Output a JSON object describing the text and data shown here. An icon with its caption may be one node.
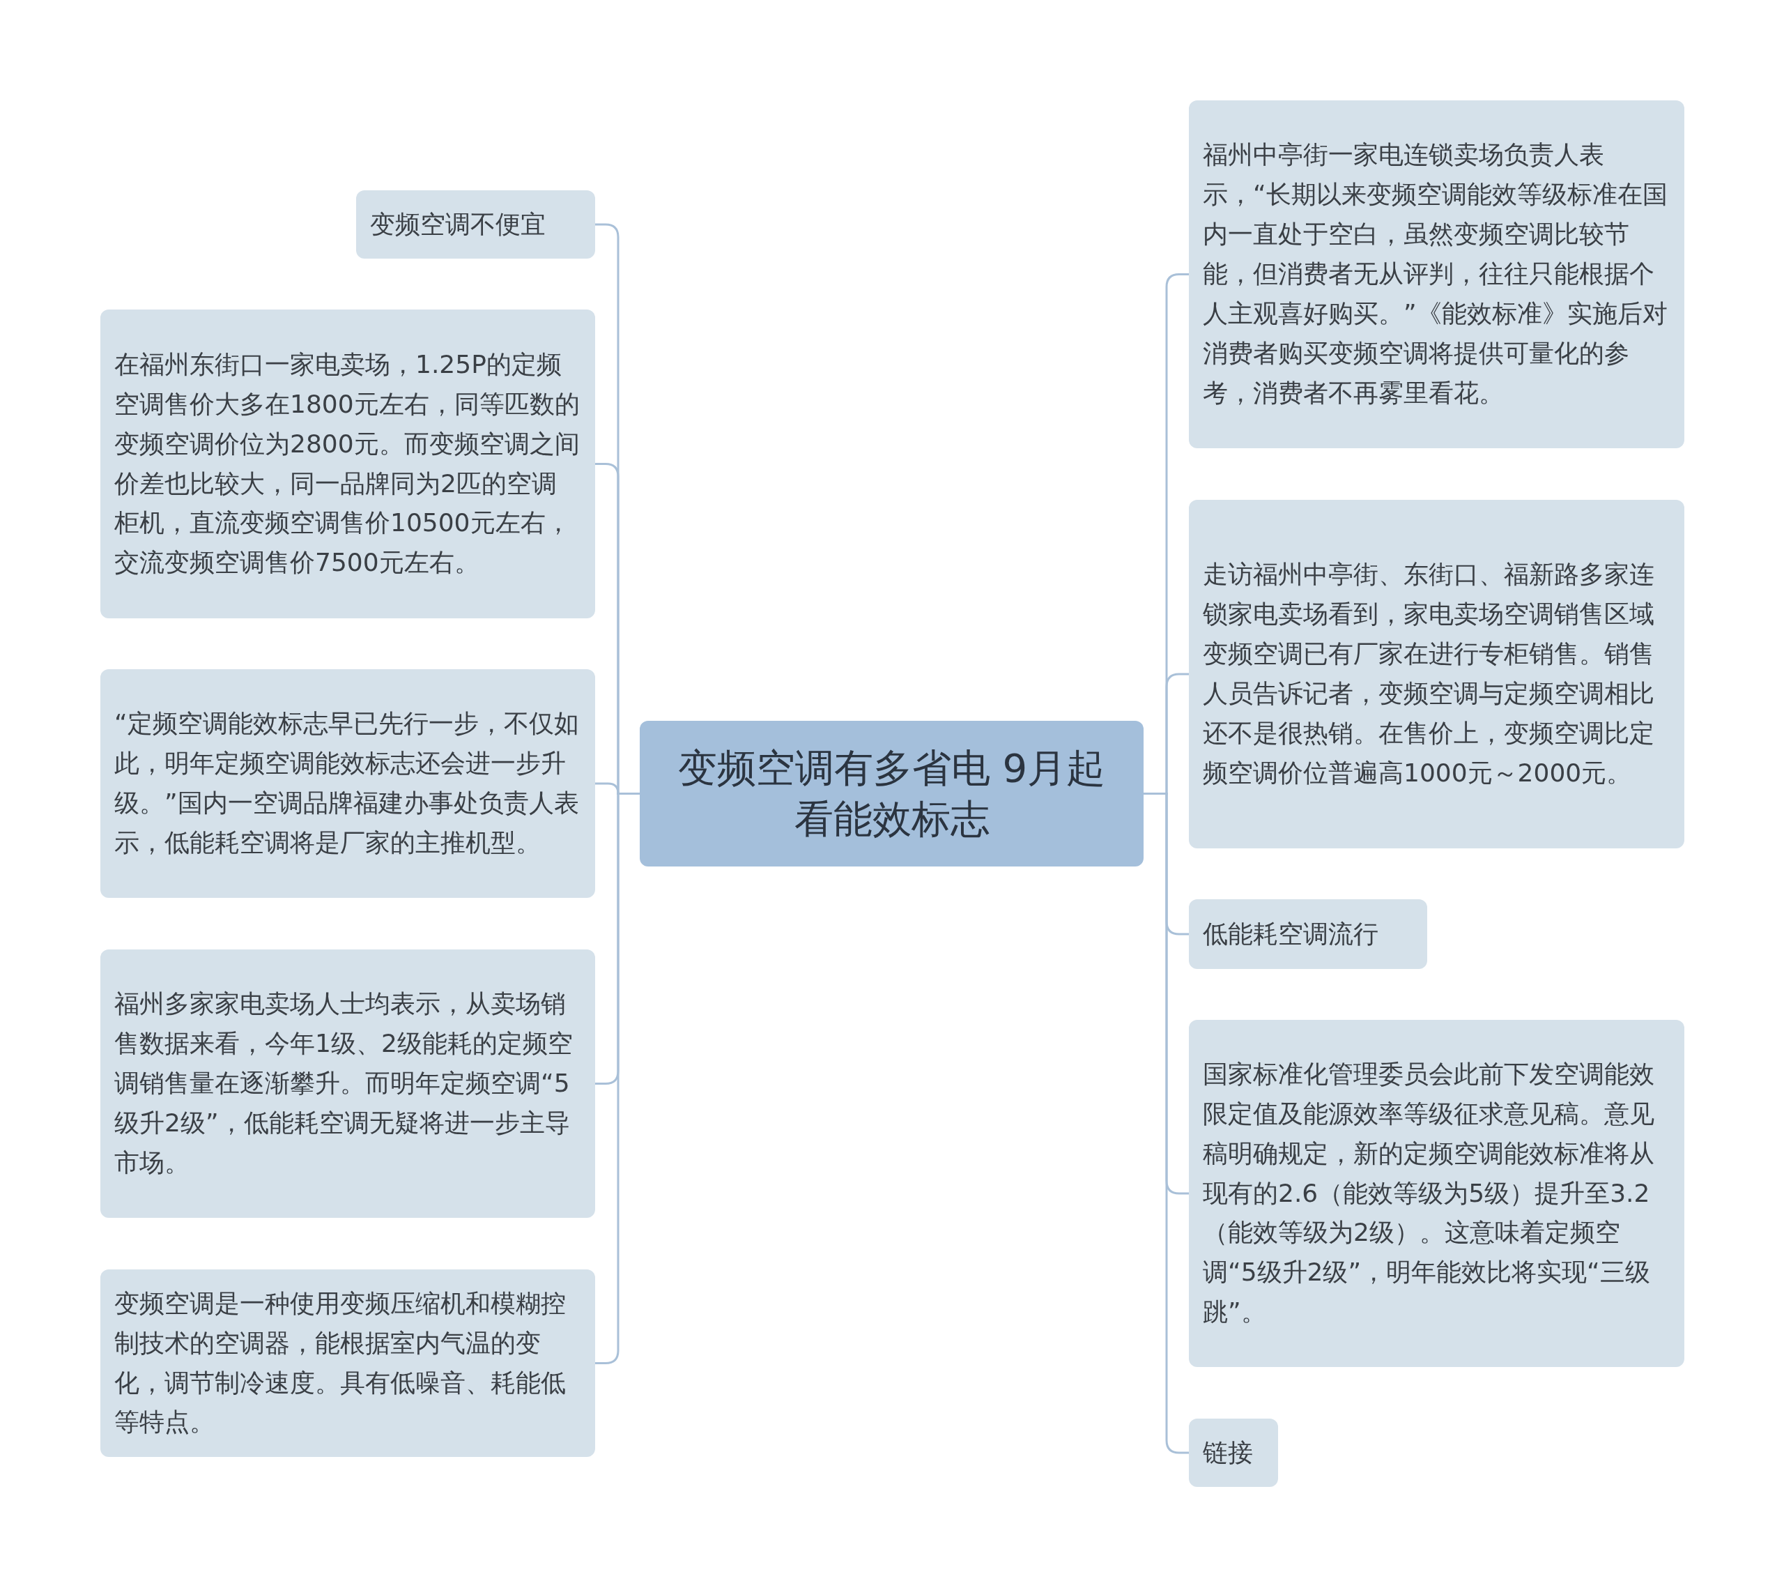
{
  "diagram": {
    "nodes": [
      {
        "text": [
          "变频空调有多省电 9月起看能效标志"
        ]
      },
      {
        "text": [
          "变频空调不便宜"
        ]
      },
      {
        "text": [
          "在福州东街口一家电卖场，1.25P的定频空调售价大多在1800元左右，同等匹数的变频空调价位为2800元。而变频空调之间价差也比较大，同一品牌同为2匹的空调柜机，直流变频空调售价10500元左右，交流变频空调售价7500元左右。"
        ]
      },
      {
        "text": [
          "“定频空调能效标志早已先行一步，不仅如此，明年定频空调能效标志还会进一步升级。”国内一空调品牌福建办事处负责人表示，低能耗空调将是厂家的主推机型。"
        ]
      },
      {
        "text": [
          "福州多家家电卖场人士均表示，从卖场销售数据来看，今年1级、2级能耗的定频空调销售量在逐渐攀升。而明年定频空调“5级升2级”，低能耗空调无疑将进一步主导市场。"
        ]
      },
      {
        "text": [
          "变频空调是一种使用变频压缩机和模糊控制技术的空调器，能根据室内气温的变化，调节制冷速度。具有低噪音、耗能低等特点。"
        ]
      },
      {
        "text": [
          "福州中亭街一家电连锁卖场负责人表示，“长期以来变频空调能效等级标准在国内一直处于空白，虽然变频空调比较节能，但消费者无从评判，往往只能根据个人主观喜好购买。”《能效标准》实施后对消费者购买变频空调将提供可量化的参考，消费者不再雾里看花。"
        ]
      },
      {
        "text": [
          "走访福州中亭街、东街口、福新路多家连锁家电卖场看到，家电卖场空调销售区域变频空调已有厂家在进行专柜销售。销售人员告诉记者，变频空调与定频空调相比还不是很热销。在售价上，变频空调比定频空调价位普遍高1000元～2000元。"
        ]
      },
      {
        "text": [
          "低能耗空调流行"
        ]
      },
      {
        "text": [
          "国家标准化管理委员会此前下发空调能效限定值及能源效率等级征求意见稿。意见稿明确规定，新的定频空调能效标准将从现有的2.6（能效等级为5级）提升至3.2（能效等级为2级）。这意味着定频空调“5级升2级”，明年能效比将实现“三级跳”。"
        ]
      },
      {
        "text": [
          "链接"
        ]
      }
    ],
    "edges": [
      {
        "from": 0,
        "to": 1,
        "arrow": "none"
      },
      {
        "from": 0,
        "to": 2,
        "arrow": "none"
      },
      {
        "from": 0,
        "to": 3,
        "arrow": "none"
      },
      {
        "from": 0,
        "to": 4,
        "arrow": "none"
      },
      {
        "from": 0,
        "to": 5,
        "arrow": "none"
      },
      {
        "from": 0,
        "to": 6,
        "arrow": "none"
      },
      {
        "from": 0,
        "to": 7,
        "arrow": "none"
      },
      {
        "from": 0,
        "to": 8,
        "arrow": "none"
      },
      {
        "from": 0,
        "to": 9,
        "arrow": "none"
      },
      {
        "from": 0,
        "to": 10,
        "arrow": "none"
      }
    ]
  }
}
